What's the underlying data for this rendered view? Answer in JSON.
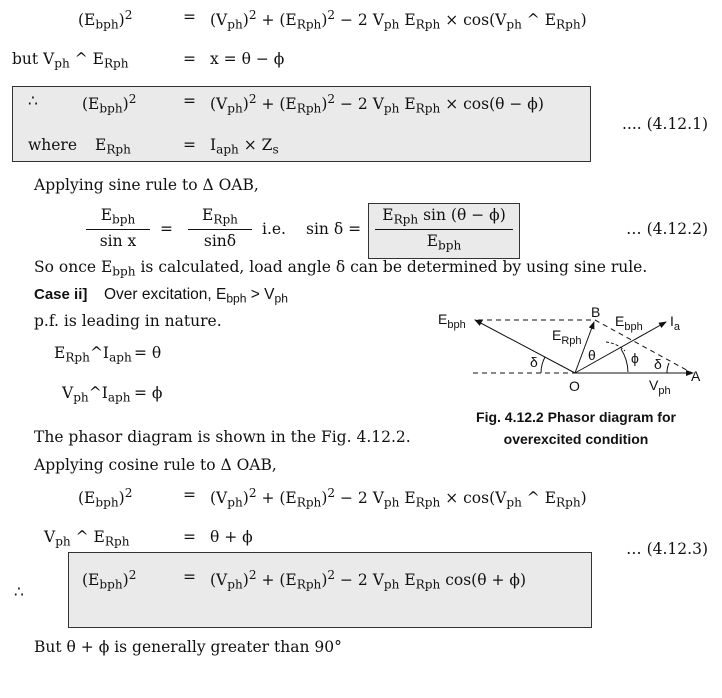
{
  "eq1": {
    "lhs": "(E_{bph})^{2}",
    "eq": "=",
    "rhs": "(V_{ph})^{2} + (E_{Rph})^{2} − 2 V_{ph}  E_{Rph} × cos(V_{ph} ^ E_{Rph})"
  },
  "eq2": {
    "lhs": "but V_{ph} ^ E_{Rph}",
    "eq": "=",
    "rhs": "x = θ − ϕ"
  },
  "box1": {
    "therefore": "∴",
    "lhs": "(E_{bph})^{2}",
    "eq": "=",
    "rhs": "(V_{ph})^{2} + (E_{Rph})^{2} − 2 V_{ph}  E_{Rph} × cos(θ − ϕ)",
    "where": "where",
    "lhs2": "E_{Rph}",
    "rhs2": "I_{aph} × Z_{s}",
    "eqno": ".... (4.12.1)"
  },
  "sine_intro": "Applying sine rule to Δ OAB,",
  "sine_eq": {
    "num1": "E_{bph}",
    "den1": "sin x",
    "num2": "E_{Rph}",
    "den2": "sinδ",
    "ie": "i.e.",
    "sin": "sin δ =",
    "num3": "E_{Rph}  sin (θ − ϕ)",
    "den3": "E_{bph}",
    "eqno": "… (4.12.2)"
  },
  "so_once": "So once E_{bph} is calculated, load angle δ can be determined by using sine rule.",
  "case": {
    "label": "Case ii]",
    "text": "Over excitation, E_{bph} > V_{ph}"
  },
  "pf": "p.f. is leading in nature.",
  "ang1": {
    "lhs": "E_{Rph}^I_{aph}",
    "rhs": "=  θ"
  },
  "ang2": {
    "lhs": "V_{ph}^I_{aph}",
    "rhs": "=  ϕ"
  },
  "figure": {
    "labels": {
      "Ebph_left": "E",
      "Ebph_left_sub": "bph",
      "B": "B",
      "Ebph_mid": "E",
      "Ebph_mid_sub": "bph",
      "Ia": "I",
      "Ia_sub": "a",
      "ERph": "E",
      "ERph_sub": "Rph",
      "theta": "θ",
      "phi": "ϕ",
      "delta1": "δ",
      "delta2": "δ",
      "O": "O",
      "A": "A",
      "Vph": "V",
      "Vph_sub": "ph"
    },
    "caption1": "Fig. 4.12.2 Phasor diagram for",
    "caption2": "overexcited condition"
  },
  "phasor_text": "The phasor diagram is shown in the Fig. 4.12.2.",
  "cos_intro": "Applying cosine rule to Δ OAB,",
  "eq3": {
    "lhs": "(E_{bph})^{2}",
    "eq": "=",
    "rhs": "(V_{ph})^{2} + (E_{Rph})^{2} − 2 V_{ph}  E_{Rph} × cos(V_{ph} ^ E_{Rph})"
  },
  "eq4": {
    "lhs": "V_{ph} ^ E_{Rph}",
    "eq": "=",
    "rhs": "θ + ϕ"
  },
  "box2": {
    "therefore": "∴",
    "lhs": "(E_{bph})^{2}",
    "eq": "=",
    "rhs": "(V_{ph})^{2} + (E_{Rph})^{2} − 2 V_{ph}  E_{Rph}  cos(θ + ϕ)",
    "eqno": "… (4.12.3)"
  },
  "but": "But θ + ϕ is generally greater than 90°"
}
